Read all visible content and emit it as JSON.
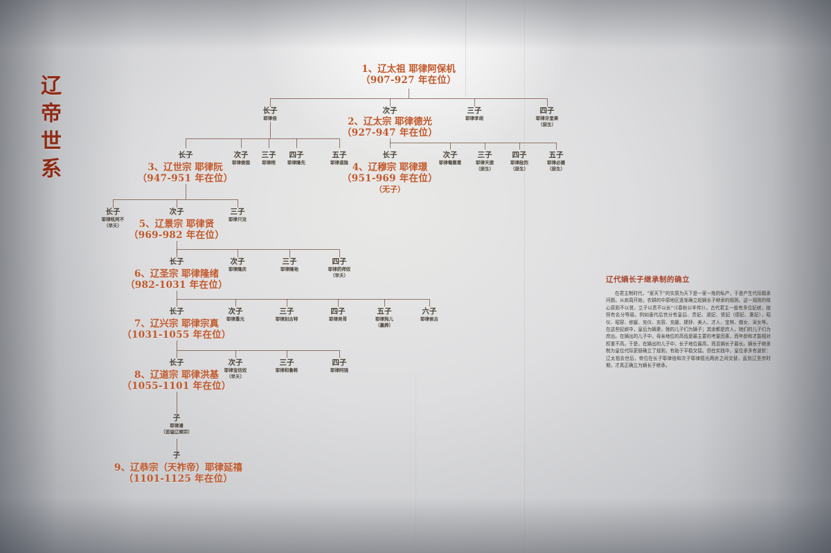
{
  "board": {
    "vertical_title": "辽帝世系",
    "title_chars": [
      "辽",
      "帝",
      "世",
      "系"
    ],
    "accent_color": "#c1582a",
    "title_color": "#8f2a14",
    "line_color": "#6d4a38"
  },
  "emperors": [
    {
      "id": "e1",
      "label": "1、辽太祖  耶律阿保机",
      "reign": "（907-927 年在位）",
      "note": ""
    },
    {
      "id": "e2",
      "label": "2、辽太宗  耶律德光",
      "reign": "（927-947 年在位）",
      "note": ""
    },
    {
      "id": "e3",
      "label": "3、辽世宗  耶律阮",
      "reign": "（947-951 年在位）",
      "note": ""
    },
    {
      "id": "e4",
      "label": "4、辽穆宗  耶律璟",
      "reign": "（951-969 年在位）",
      "note": "（无子）"
    },
    {
      "id": "e5",
      "label": "5、辽景宗  耶律贤",
      "reign": "（969-982 年在位）",
      "note": ""
    },
    {
      "id": "e6",
      "label": "6、辽圣宗  耶律隆绪",
      "reign": "（982-1031 年在位）",
      "note": ""
    },
    {
      "id": "e7",
      "label": "7、辽兴宗  耶律宗真",
      "reign": "（1031-1055 年在位）",
      "note": ""
    },
    {
      "id": "e8",
      "label": "8、辽道宗  耶律洪基",
      "reign": "（1055-1101 年在位）",
      "note": ""
    },
    {
      "id": "e9",
      "label": "9、辽恭宗（天祚帝）耶律延禧",
      "reign": "（1101-1125 年在位）",
      "note": ""
    }
  ],
  "generations": {
    "g2": [
      {
        "rank": "长子",
        "name": "耶律倍",
        "paren": ""
      },
      {
        "rank": "次子",
        "name": "",
        "paren": "",
        "emperor": "e2"
      },
      {
        "rank": "三子",
        "name": "耶律李胡",
        "paren": ""
      },
      {
        "rank": "四子",
        "name": "耶律牙里果",
        "paren": "（庶生）"
      }
    ],
    "g3_left": [
      {
        "rank": "长子",
        "name": "",
        "paren": "",
        "emperor": "e3"
      },
      {
        "rank": "次子",
        "name": "耶律娄国",
        "paren": ""
      },
      {
        "rank": "三子",
        "name": "耶律稍",
        "paren": ""
      },
      {
        "rank": "四子",
        "name": "耶律隆先",
        "paren": ""
      },
      {
        "rank": "五子",
        "name": "耶律道隐",
        "paren": ""
      }
    ],
    "g3_right": [
      {
        "rank": "长子",
        "name": "",
        "paren": "",
        "emperor": "e4"
      },
      {
        "rank": "次子",
        "name": "耶律罨撒葛",
        "paren": ""
      },
      {
        "rank": "三子",
        "name": "耶律天德",
        "paren": "（庶生）"
      },
      {
        "rank": "四子",
        "name": "耶律敌烈",
        "paren": "（庶生）"
      },
      {
        "rank": "五子",
        "name": "耶律必摄",
        "paren": "（庶生）"
      }
    ],
    "g4": [
      {
        "rank": "长子",
        "name": "耶律吼阿不",
        "paren": "（早夭）"
      },
      {
        "rank": "次子",
        "name": "",
        "paren": "",
        "emperor": "e5"
      },
      {
        "rank": "三子",
        "name": "耶律只没",
        "paren": ""
      }
    ],
    "g5": [
      {
        "rank": "长子",
        "name": "",
        "paren": "",
        "emperor": "e6"
      },
      {
        "rank": "次子",
        "name": "耶律隆庆",
        "paren": ""
      },
      {
        "rank": "三子",
        "name": "耶律隆祐",
        "paren": ""
      },
      {
        "rank": "四子",
        "name": "耶律药师奴",
        "paren": "（早夭）"
      }
    ],
    "g6": [
      {
        "rank": "长子",
        "name": "",
        "paren": "",
        "emperor": "e7"
      },
      {
        "rank": "次子",
        "name": "耶律重元",
        "paren": ""
      },
      {
        "rank": "三子",
        "name": "耶律别古特",
        "paren": ""
      },
      {
        "rank": "四子",
        "name": "耶律吴哥",
        "paren": ""
      },
      {
        "rank": "五子",
        "name": "耶律狗儿",
        "paren": "（墓葬）"
      },
      {
        "rank": "六子",
        "name": "耶律侯古",
        "paren": ""
      }
    ],
    "g7": [
      {
        "rank": "长子",
        "name": "",
        "paren": "",
        "emperor": "e8"
      },
      {
        "rank": "次子",
        "name": "耶律宝信奴",
        "paren": "（早夭）"
      },
      {
        "rank": "三子",
        "name": "耶律和鲁斡",
        "paren": ""
      },
      {
        "rank": "四子",
        "name": "耶律阿琏",
        "paren": ""
      }
    ],
    "g8": [
      {
        "rank": "子",
        "name": "耶律濬",
        "paren": "（追谥辽顺宗）"
      }
    ],
    "g9": [
      {
        "rank": "子",
        "name": "",
        "paren": "",
        "emperor": "e9"
      }
    ]
  },
  "panel": {
    "title": "辽代嫡长子继承制的确立",
    "body": "在君主制时代，“家天下”的实质为天下是一家一姓的私产，于是产生代际嬗承问题。从商周开始，农耕的中原地区逐渐确立起嫡长子继承的规则。这一规则的核心原则不以贤，立子以贵不以长”（《春秋公羊传》）。古代君主一般有多位妃嫔，按照有名分等级。例如唐代后宫分有皇后、贵妃、淑妃、贤妃（德妃、惠妃），昭仪、昭容、修媛、充仪、充容、充媛、婕妤、美人、才人、宝林、御女、采女等。在这些妃嫔中，皇后为嫡妻，她的儿子们为嫡子；其余都是庶人，她们的儿子们为庶出。在嫡出的儿子中，母亲地位的高低是最主要的考量因素，而年龄和才能相对权重不高。于是，在嫡出的儿子中，长子地位最高，而且嫡长子最长。嫡长子继承制为皇位代际更替确立了规则，有助于平稳交接。但在实践中，皇位承多有波折：辽太祖去世后，帝位在长子耶律倍和次子耶律德光两房之间交替，直到辽圣宗时期，才真正确立为嫡长子继承。"
  }
}
